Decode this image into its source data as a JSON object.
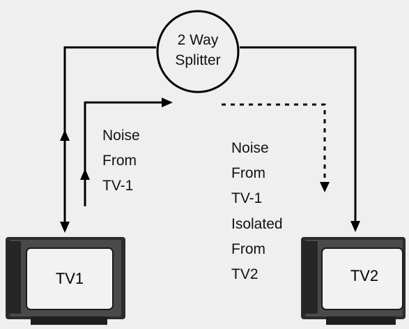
{
  "diagram": {
    "splitter": {
      "line1": "2 Way",
      "line2": "Splitter"
    },
    "tv1": {
      "label": "TV1"
    },
    "tv2": {
      "label": "TV2"
    },
    "noise_tv1": {
      "lines": [
        "Noise",
        "From",
        "TV-1"
      ]
    },
    "isolated": {
      "lines": [
        "Noise",
        "From",
        "TV-1",
        "Isolated",
        "From",
        "TV2"
      ]
    }
  },
  "colors": {
    "background": "#efefef",
    "line": "#000000",
    "tv_body": "#3b3b3b",
    "tv_screen": "#f2f2f2"
  }
}
